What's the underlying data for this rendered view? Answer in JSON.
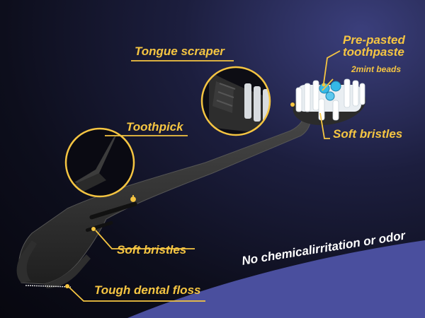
{
  "labels": {
    "tongue_scraper": "Tongue scraper",
    "pre_pasted_line1": "Pre-pasted",
    "pre_pasted_line2": "toothpaste",
    "mint_beads": "2mint beads",
    "soft_bristles_head": "Soft bristles",
    "toothpick": "Toothpick",
    "soft_bristles_handle": "Soft bristles",
    "dental_floss": "Tough dental floss"
  },
  "tagline": "No chemicalirritation or odor",
  "colors": {
    "accent": "#f5c542",
    "background_dark": "#07070f",
    "background_glow": "#3b3f7c",
    "wave": "#4a4f9e",
    "handle": "#2b2b2b",
    "bead": "#35b8e6"
  }
}
